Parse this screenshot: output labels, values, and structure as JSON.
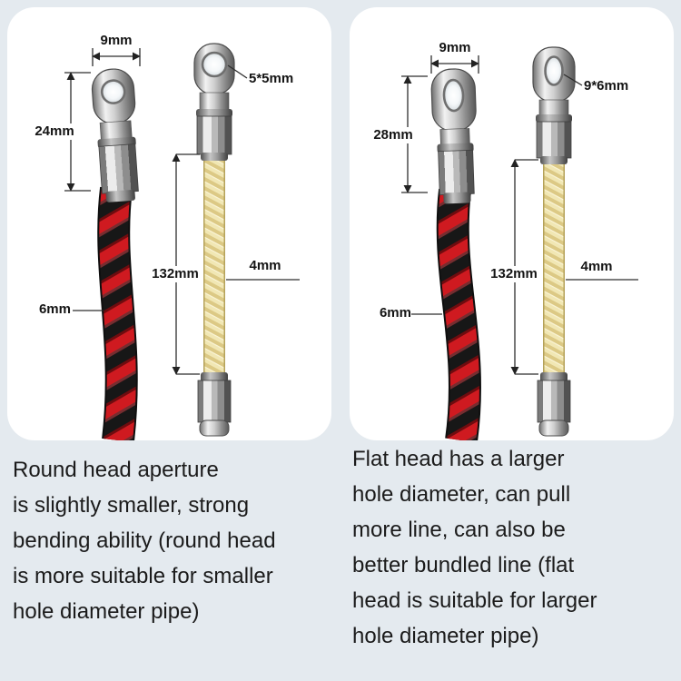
{
  "page": {
    "background_color": "#e4eaef",
    "panel_color": "#ffffff"
  },
  "colors": {
    "cable_red": "#cf1a20",
    "cable_black": "#171717",
    "cable_yellow": "#f1e7b4",
    "metal_silver": "#cfcfcf",
    "dimension_line": "#2e2e2e"
  },
  "panels": {
    "left": {
      "dims": {
        "head_width": "9mm",
        "head_length": "24mm",
        "hole_size": "5*5mm",
        "cable_length": "132mm",
        "yellow_diameter": "4mm",
        "twisted_diameter": "6mm"
      },
      "caption": "Round head aperture\nis slightly smaller, strong\nbending ability (round head\nis more suitable for smaller\nhole diameter pipe)"
    },
    "right": {
      "dims": {
        "head_width": "9mm",
        "head_length": "28mm",
        "hole_size": "9*6mm",
        "cable_length": "132mm",
        "yellow_diameter": "4mm",
        "twisted_diameter": "6mm"
      },
      "caption": "Flat head has a larger\nhole diameter, can pull\nmore line, can also be\nbetter bundled line (flat\nhead is suitable for larger\nhole diameter pipe)"
    }
  }
}
